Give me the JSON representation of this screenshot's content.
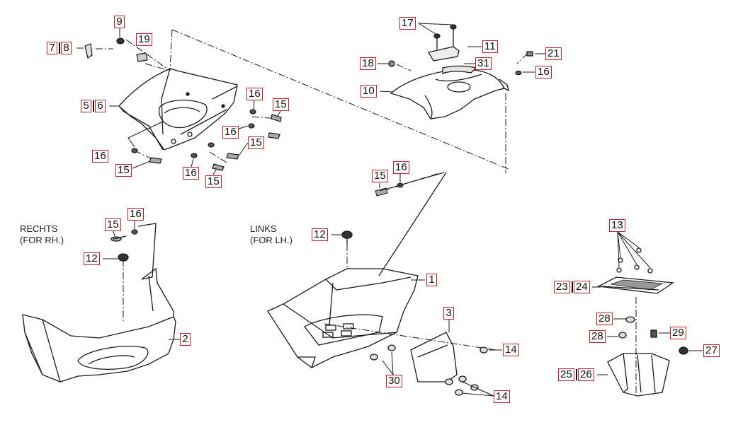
{
  "captions": {
    "right_side": [
      "RECHTS",
      "(FOR RH.)"
    ],
    "left_side": [
      "LINKS",
      "(FOR LH.)"
    ]
  },
  "callouts": {
    "c7": "7",
    "c8": "8",
    "c9": "9",
    "c19": "19",
    "c5": "5",
    "c6": "6",
    "c16_a": "16",
    "c15_a": "15",
    "c16_b": "16",
    "c15_b": "15",
    "c16_c": "16",
    "c15_c": "15",
    "c16_d": "16",
    "c15_d": "15",
    "c17": "17",
    "c11": "11",
    "c18": "18",
    "c31": "31",
    "c21": "21",
    "c16_e": "16",
    "c10": "10",
    "c15_e": "15",
    "c16_f": "16",
    "c15_f": "15",
    "c16_g": "16",
    "c12_a": "12",
    "c2": "2",
    "c12_b": "12",
    "c1": "1",
    "c3": "3",
    "c14_a": "14",
    "c30": "30",
    "c14_b": "14",
    "c13": "13",
    "c23": "23",
    "c24": "24",
    "c28_a": "28",
    "c28_b": "28",
    "c29": "29",
    "c27": "27",
    "c25": "25",
    "c26": "26"
  }
}
